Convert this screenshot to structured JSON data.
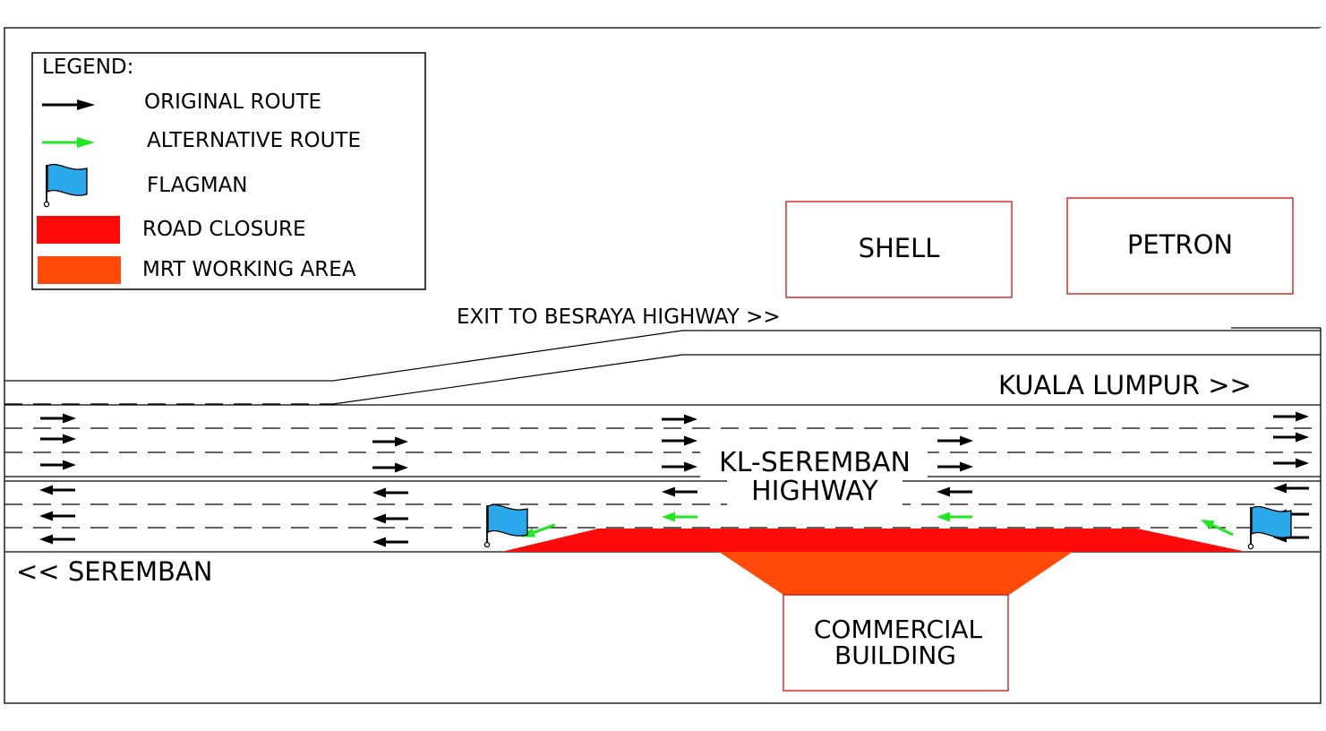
{
  "legend": {
    "title": "LEGEND:",
    "items": [
      {
        "icon": "black-arrow-icon",
        "label": "ORIGINAL ROUTE"
      },
      {
        "icon": "green-arrow-icon",
        "label": "ALTERNATIVE ROUTE"
      },
      {
        "icon": "flag-icon",
        "label": "FLAGMAN"
      },
      {
        "icon": "red-rectangle",
        "label": "ROAD CLOSURE"
      },
      {
        "icon": "orange-rectangle",
        "label": "MRT WORKING AREA"
      }
    ]
  },
  "labels": {
    "exit": "EXIT TO BESRAYA HIGHWAY >>",
    "kl": "KUALA LUMPUR >>",
    "highway_line1": "KL-SEREMBAN",
    "highway_line2": "HIGHWAY",
    "seremban": "<< SEREMBAN"
  },
  "buildings": {
    "shell": "SHELL",
    "petron": "PETRON",
    "commercial_line1": "COMMERCIAL",
    "commercial_line2": "BUILDING"
  },
  "colors": {
    "road_closure": "#ff0a0a",
    "mrt_area": "#ff4a0a",
    "alt_route": "#22e622",
    "flag": "#2aa8ea",
    "building_border": "#cc1010"
  }
}
